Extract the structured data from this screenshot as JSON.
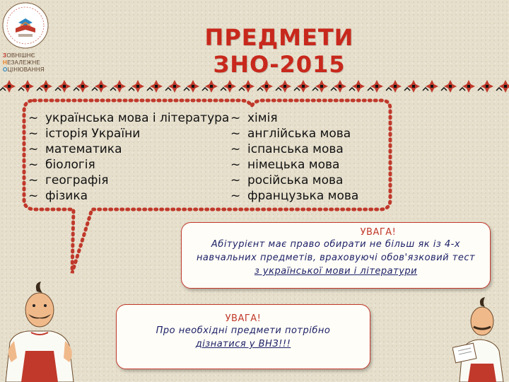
{
  "logo": {
    "caption": [
      {
        "first": "З",
        "rest": "ОВНІШНЄ",
        "color": "#c0392b"
      },
      {
        "first": "Н",
        "rest": "ЕЗАЛЕЖНЕ",
        "color": "#e67e22"
      },
      {
        "first": "О",
        "rest": "ЦІНЮВАННЯ",
        "color": "#2e86c1"
      }
    ]
  },
  "title": "ПРЕДМЕТИ ЗНО-2015",
  "subjects": {
    "bullet": "~",
    "left": [
      "українська мова і література",
      "історія України",
      "математика",
      "біологія",
      "географія",
      "фізика"
    ],
    "right": [
      "хімія",
      "англійська мова",
      "іспанська мова",
      "німецька мова",
      "російська мова",
      "французька мова"
    ]
  },
  "notices": [
    {
      "heading": "УВАГА!",
      "lines": [
        "Абітурієнт має право обирати не більш як із 4-х",
        "навчальних предметів, враховуючі обов'язковий тест",
        "з української мови і літератури"
      ]
    },
    {
      "heading": "УВАГА!",
      "lines": [
        "Про необхідні предмети потрібно",
        "дізнатися у ВНЗ!!!"
      ]
    }
  ],
  "colors": {
    "title": "#c8281c",
    "bubble_border": "#c0392b",
    "notice_text": "#1a1f66",
    "background": "#e6dfcc"
  }
}
